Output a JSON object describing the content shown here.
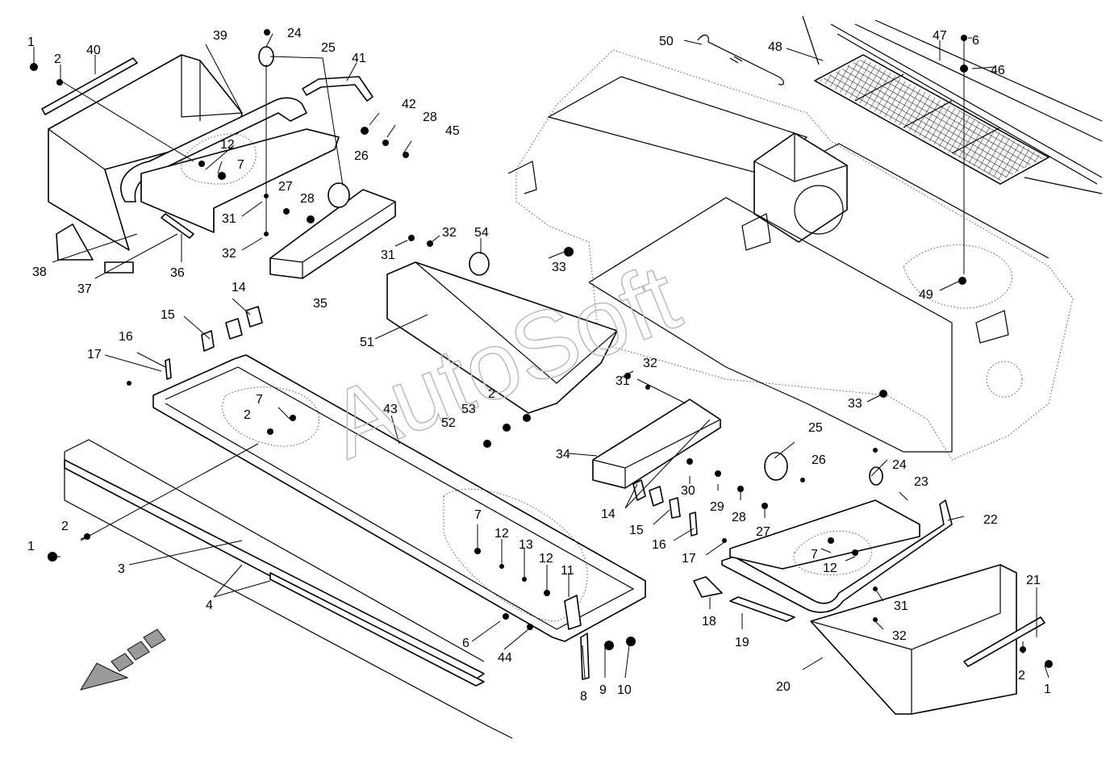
{
  "watermark": "AutoSoft",
  "colors": {
    "line": "#000000",
    "background": "#ffffff",
    "watermark": "#b8b8b8",
    "arrow": "#9a9a9a"
  },
  "labels": [
    {
      "id": "l1a",
      "text": "1"
    },
    {
      "id": "l2a",
      "text": "2"
    },
    {
      "id": "l40",
      "text": "40"
    },
    {
      "id": "l39",
      "text": "39"
    },
    {
      "id": "l24a",
      "text": "24"
    },
    {
      "id": "l25a",
      "text": "25"
    },
    {
      "id": "l41",
      "text": "41"
    },
    {
      "id": "l42",
      "text": "42"
    },
    {
      "id": "l28a",
      "text": "28"
    },
    {
      "id": "l45",
      "text": "45"
    },
    {
      "id": "l12a",
      "text": "12"
    },
    {
      "id": "l7a",
      "text": "7"
    },
    {
      "id": "l26a",
      "text": "26"
    },
    {
      "id": "l27a",
      "text": "27"
    },
    {
      "id": "l28b",
      "text": "28"
    },
    {
      "id": "l31a",
      "text": "31"
    },
    {
      "id": "l32a",
      "text": "32"
    },
    {
      "id": "l38",
      "text": "38"
    },
    {
      "id": "l37",
      "text": "37"
    },
    {
      "id": "l36",
      "text": "36"
    },
    {
      "id": "l31b",
      "text": "31"
    },
    {
      "id": "l32b",
      "text": "32"
    },
    {
      "id": "l35",
      "text": "35"
    },
    {
      "id": "l54",
      "text": "54"
    },
    {
      "id": "l33a",
      "text": "33"
    },
    {
      "id": "l50",
      "text": "50"
    },
    {
      "id": "l48",
      "text": "48"
    },
    {
      "id": "l47",
      "text": "47"
    },
    {
      "id": "l6a",
      "text": "6"
    },
    {
      "id": "l46",
      "text": "46"
    },
    {
      "id": "l49",
      "text": "49"
    },
    {
      "id": "l14a",
      "text": "14"
    },
    {
      "id": "l15a",
      "text": "15"
    },
    {
      "id": "l16a",
      "text": "16"
    },
    {
      "id": "l17a",
      "text": "17"
    },
    {
      "id": "l51",
      "text": "51"
    },
    {
      "id": "l7b",
      "text": "7"
    },
    {
      "id": "l2b",
      "text": "2"
    },
    {
      "id": "l43",
      "text": "43"
    },
    {
      "id": "l2c",
      "text": "2"
    },
    {
      "id": "l53",
      "text": "53"
    },
    {
      "id": "l52",
      "text": "52"
    },
    {
      "id": "l32c",
      "text": "32"
    },
    {
      "id": "l31c",
      "text": "31"
    },
    {
      "id": "l33b",
      "text": "33"
    },
    {
      "id": "l34",
      "text": "34"
    },
    {
      "id": "l25b",
      "text": "25"
    },
    {
      "id": "l26b",
      "text": "26"
    },
    {
      "id": "l24b",
      "text": "24"
    },
    {
      "id": "l30",
      "text": "30"
    },
    {
      "id": "l29",
      "text": "29"
    },
    {
      "id": "l28c",
      "text": "28"
    },
    {
      "id": "l27b",
      "text": "27"
    },
    {
      "id": "l14b",
      "text": "14"
    },
    {
      "id": "l15b",
      "text": "15"
    },
    {
      "id": "l16b",
      "text": "16"
    },
    {
      "id": "l17b",
      "text": "17"
    },
    {
      "id": "l23",
      "text": "23"
    },
    {
      "id": "l22",
      "text": "22"
    },
    {
      "id": "l7c",
      "text": "7"
    },
    {
      "id": "l12b",
      "text": "12"
    },
    {
      "id": "l2d",
      "text": "2"
    },
    {
      "id": "l1b",
      "text": "1"
    },
    {
      "id": "l3",
      "text": "3"
    },
    {
      "id": "l4",
      "text": "4"
    },
    {
      "id": "l7d",
      "text": "7"
    },
    {
      "id": "l12c",
      "text": "12"
    },
    {
      "id": "l13",
      "text": "13"
    },
    {
      "id": "l12d",
      "text": "12"
    },
    {
      "id": "l11",
      "text": "11"
    },
    {
      "id": "l6b",
      "text": "6"
    },
    {
      "id": "l44",
      "text": "44"
    },
    {
      "id": "l8",
      "text": "8"
    },
    {
      "id": "l9",
      "text": "9"
    },
    {
      "id": "l10",
      "text": "10"
    },
    {
      "id": "l18",
      "text": "18"
    },
    {
      "id": "l19",
      "text": "19"
    },
    {
      "id": "l20",
      "text": "20"
    },
    {
      "id": "l31d",
      "text": "31"
    },
    {
      "id": "l32d",
      "text": "32"
    },
    {
      "id": "l21",
      "text": "21"
    },
    {
      "id": "l2e",
      "text": "2"
    },
    {
      "id": "l1c",
      "text": "1"
    }
  ]
}
